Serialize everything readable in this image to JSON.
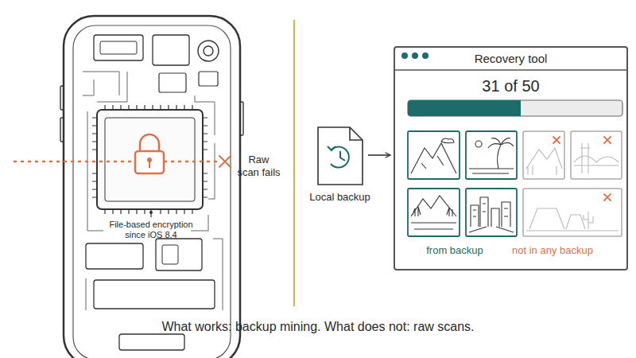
{
  "diagram": {
    "caption": "What works: backup mining. What does not: raw scans.",
    "nodes": [
      {
        "text": [
          "Local backup"
        ]
      },
      {
        "text": [
          "Recovery tool",
          "31 of 50",
          "from backup",
          "not in any backup"
        ]
      }
    ],
    "edges": [
      {
        "from": 0,
        "to": 1,
        "arrow": "to"
      }
    ],
    "labels": [
      "Raw scan fails",
      "File-based encryption since iOS 8.4"
    ]
  }
}
